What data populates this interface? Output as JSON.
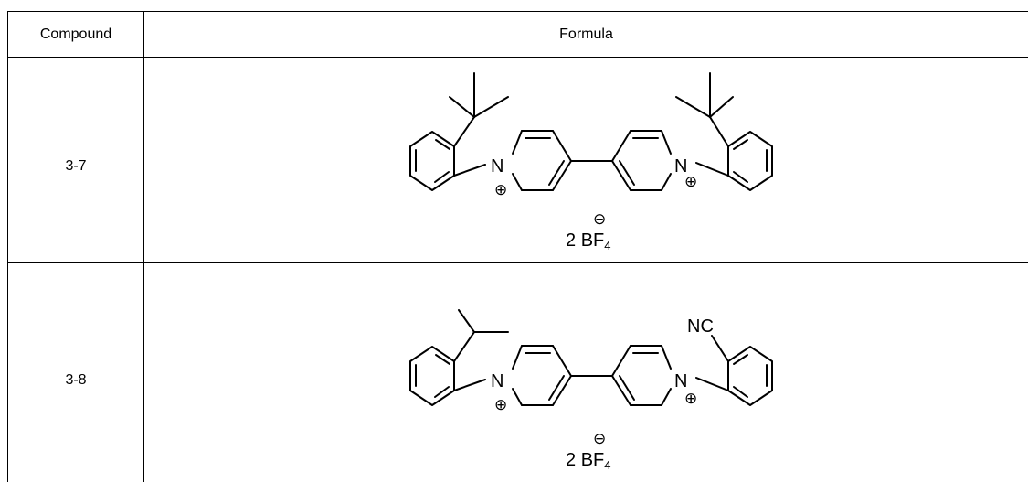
{
  "table": {
    "headers": {
      "compound": "Compound",
      "formula": "Formula"
    },
    "rows": [
      {
        "compound": "3-7",
        "atom_labels": {
          "n_left": "N",
          "n_right": "N",
          "charge": "⊕"
        },
        "counterion": {
          "count": "2",
          "element": "BF",
          "subscript": "4",
          "charge": "⊖"
        }
      },
      {
        "compound": "3-8",
        "atom_labels": {
          "n_left": "N",
          "n_right": "N",
          "charge": "⊕",
          "nitrile": "NC"
        },
        "counterion": {
          "count": "2",
          "element": "BF",
          "subscript": "4",
          "charge": "⊖"
        }
      }
    ]
  }
}
